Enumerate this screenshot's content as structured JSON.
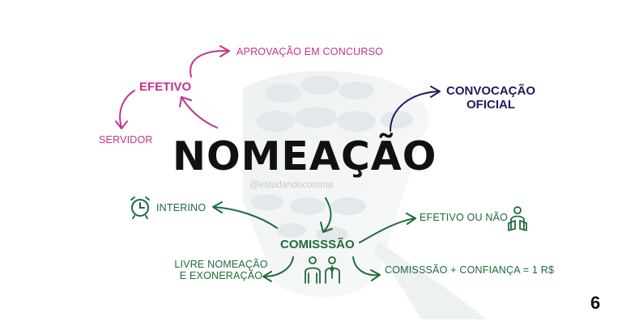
{
  "title": "NOMEAÇÃO",
  "watermark": "@estudandocomma",
  "page_number": "6",
  "colors": {
    "pink": "#c2338a",
    "navy": "#1f1a5e",
    "green": "#1d6b3b",
    "dark": "#111111"
  },
  "nodes": {
    "efetivo": "EFETIVO",
    "aprovacao": "APROVAÇÃO EM CONCURSO",
    "servidor": "SERVIDOR",
    "convocacao_line1": "CONVOCAÇÃO",
    "convocacao_line2": "OFICIAL",
    "interino": "INTERINO",
    "comissao": "COMISSSÃO",
    "efetivo_ou_nao": "EFETIVO OU NÃO",
    "livre_line1": "LIVRE NOMEAÇÃO",
    "livre_line2": "E EXONERAÇÃO",
    "confianca": "COMISSSÃO + CONFIANÇA = 1 R$"
  },
  "icons": [
    "alarm-clock-icon",
    "two-people-icon",
    "reading-person-icon"
  ]
}
